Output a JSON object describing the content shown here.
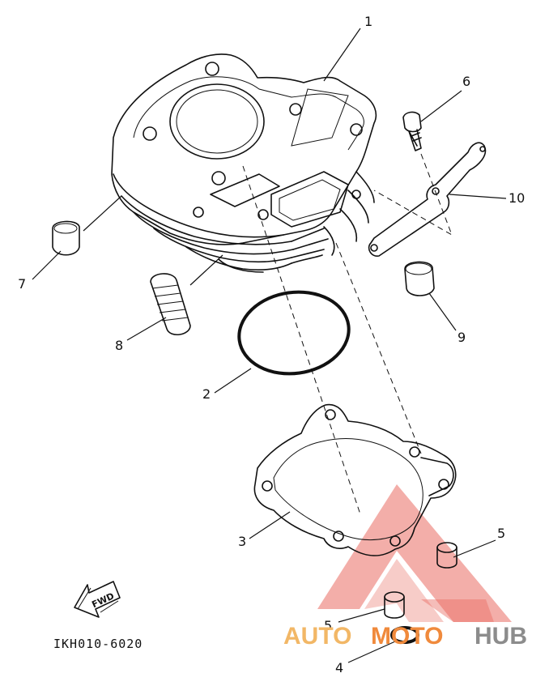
{
  "drawing_code": "IKH010-6020",
  "fwd_label": "FWD",
  "watermark": {
    "part1": "AUTO",
    "part2": "MOTO",
    "part3": "HUB"
  },
  "callouts": {
    "c1": "1",
    "c2": "2",
    "c3": "3",
    "c4": "4",
    "c5a": "5",
    "c5b": "5",
    "c6": "6",
    "c7": "7",
    "c8": "8",
    "c9": "9",
    "c10": "10"
  },
  "colors": {
    "ink": "#111111",
    "watermark_red": "#e23b2e",
    "watermark_orange": "#f08a3c",
    "watermark_gray": "#8c8c8c"
  }
}
